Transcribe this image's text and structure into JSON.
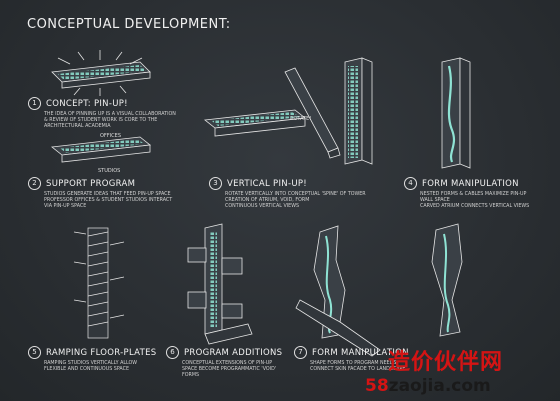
{
  "title": "CONCEPTUAL DEVELOPMENT:",
  "steps": [
    {
      "num": "1",
      "title": "CONCEPT: PIN-UP!",
      "desc": "THE IDEA OF PINNING UP IS A VISUAL COLLABORATION\n& REVIEW OF STUDENT WORK IS CORE TO THE\nARCHITECTURAL ACADEMIA"
    },
    {
      "num": "2",
      "title": "SUPPORT PROGRAM",
      "desc": "STUDIOS GENERATE IDEAS THAT FEED PIN-UP SPACE\nPROFESSOR OFFICES & STUDENT STUDIOS INTERACT\nVIA PIN-UP SPACE"
    },
    {
      "num": "3",
      "title": "VERTICAL PIN-UP!",
      "desc": "ROTATE VERTICALLY INTO CONCEPTUAL 'SPINE' OF TOWER\nCREATION OF ATRIUM, VOID, FORM\nCONTINUOUS VERTICAL VIEWS"
    },
    {
      "num": "4",
      "title": "FORM MANIPULATION",
      "desc": "NESTED FORMS & CABLES MAXIMIZE PIN-UP\nWALL SPACE\nCARVED ATRIUM CONNECTS VERTICAL VIEWS"
    },
    {
      "num": "5",
      "title": "RAMPING FLOOR-PLATES",
      "desc": "RAMPING STUDIOS VERTICALLY ALLOW\nFLEXIBLE AND CONTINUOUS SPACE"
    },
    {
      "num": "6",
      "title": "PROGRAM ADDITIONS",
      "desc": "CONCEPTUAL EXTENSIONS OF PIN-UP\nSPACE BECOME PROGRAMMATIC 'VOID'\nFORMS"
    },
    {
      "num": "7",
      "title": "FORM MANIPULATION",
      "desc": "SHAPE FORMS TO PROGRAM NEEDS\nCONNECT SKIN FACADE TO LANDSCAPE"
    }
  ],
  "labels": {
    "offices": "OFFICES",
    "studios": "STUDIOS",
    "rotate": "ROTATE!"
  },
  "watermark": {
    "cn": "造价伙伴网",
    "num": "58",
    "rest": "zaojia.com"
  },
  "colors": {
    "background": "#2b2f33",
    "accent": "#7fd6c8",
    "line": "#e6e6e6",
    "watermark": "#d41414"
  }
}
